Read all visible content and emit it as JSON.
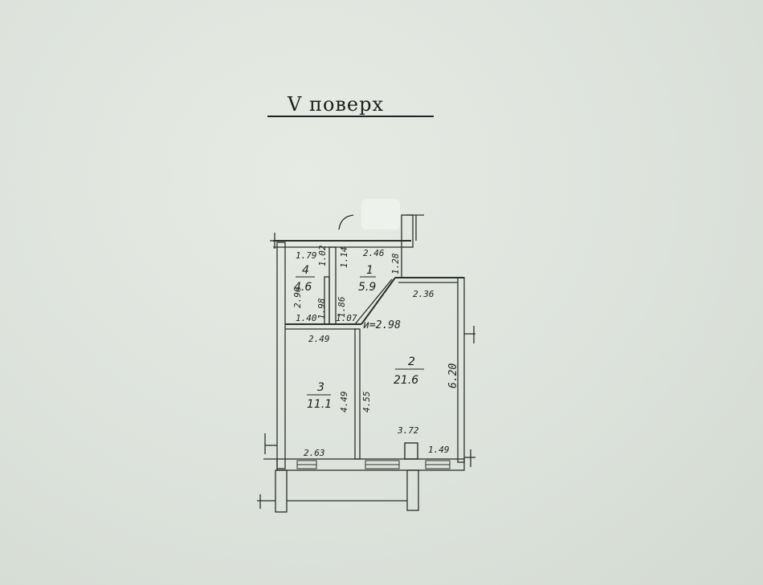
{
  "plan": {
    "title": "V поверх",
    "rooms": [
      {
        "number": "4",
        "area": "4.6"
      },
      {
        "number": "1",
        "area": "5.9"
      },
      {
        "number": "2",
        "area": "21.6"
      },
      {
        "number": "3",
        "area": "11.1"
      }
    ],
    "dimensions": {
      "d179": "1.79",
      "d102": "1.02",
      "d114": "1.14",
      "d246": "2.46",
      "d128": "1.28",
      "d236": "2.36",
      "d295": "2.96",
      "d198": "1.98",
      "d186": "1.86",
      "d140": "1.40",
      "d107": "1.07",
      "diag": "и=2.98",
      "d249": "2.49",
      "d620": "6.20",
      "d449": "4.49",
      "d455": "4.55",
      "d372": "3.72",
      "d263": "2.63",
      "d149": "1.49"
    }
  }
}
